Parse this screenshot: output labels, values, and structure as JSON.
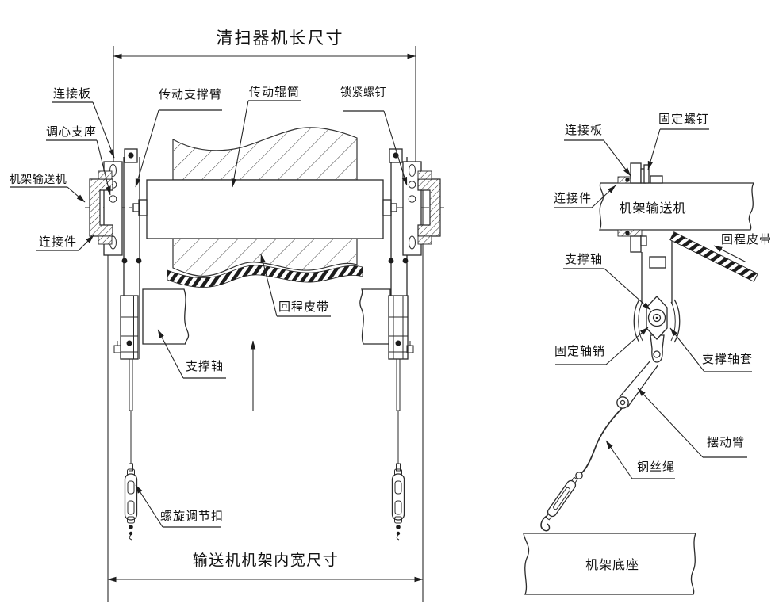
{
  "drawing": {
    "dim_top": "清扫器机长尺寸",
    "dim_bottom": "输送机机架内宽尺寸"
  },
  "left_view": {
    "connect_plate": "连接板",
    "aligning_support": "调心支座",
    "frame_conveyor": "机架输送机",
    "connector": "连接件",
    "drive_support_arm": "传动支撑臂",
    "drive_roller": "传动辊筒",
    "lock_screw": "锁紧螺钉",
    "return_belt": "回程皮带",
    "support_shaft": "支撑轴",
    "screw_adjuster": "螺旋调节扣"
  },
  "right_view": {
    "connect_plate": "连接板",
    "fixing_screw": "固定螺钉",
    "connector": "连接件",
    "frame_conveyor": "机架输送机",
    "return_belt": "回程皮带",
    "support_shaft": "支撑轴",
    "fixing_pin": "固定轴销",
    "support_sleeve": "支撑轴套",
    "swing_arm": "摆动臂",
    "wire_rope": "钢丝绳",
    "frame_base": "机架底座"
  },
  "colors": {
    "background": "#ffffff",
    "line": "#2b2b2b",
    "text": "#111111"
  }
}
